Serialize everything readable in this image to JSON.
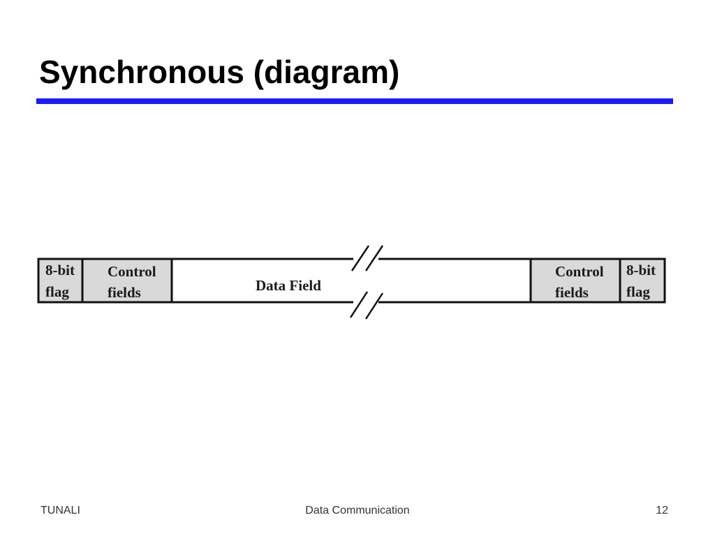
{
  "title": "Synchronous (diagram)",
  "accent_color": "#1a1aff",
  "frame": {
    "fields": [
      {
        "line1": "8-bit",
        "line2": "flag",
        "shaded": true
      },
      {
        "line1": "Control",
        "line2": "fields",
        "shaded": true
      },
      {
        "label": "Data Field",
        "shaded": false
      },
      {
        "line1": "Control",
        "line2": "fields",
        "shaded": true
      },
      {
        "line1": "8-bit",
        "line2": "flag",
        "shaded": true
      }
    ],
    "break_mark": "//"
  },
  "footer": {
    "left": "TUNALI",
    "center": "Data Communication",
    "right": "12"
  }
}
